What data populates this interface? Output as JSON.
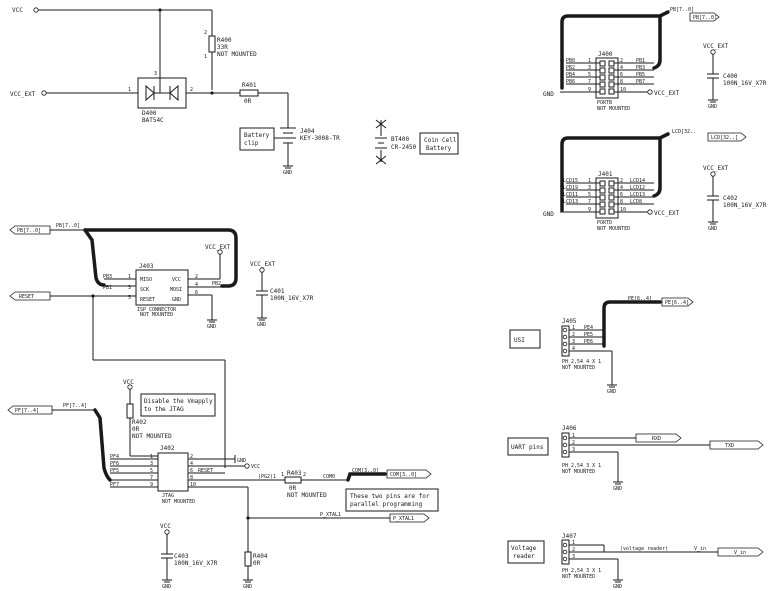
{
  "power": {
    "vcc": "VCC",
    "vcc_ext": "VCC_EXT",
    "gnd": "GND"
  },
  "top_left": {
    "r400": {
      "ref": "R400",
      "value": "33R",
      "note": "NOT MOUNTED"
    },
    "d400": {
      "ref": "D400",
      "value": "BAT54C",
      "pin1": "1",
      "pin2": "2",
      "pin3": "3"
    },
    "r401": {
      "ref": "R401",
      "value": "0R"
    },
    "j404": {
      "ref": "J404",
      "value": "KEY-3008-TR"
    },
    "battery_clip": "Battery clip",
    "bt400": {
      "ref": "BT400",
      "value": "CR-2450"
    },
    "coin_cell": "Coin Cell Battery"
  },
  "isp": {
    "bus_label": "PB[7..0]",
    "bus_name": "PB[7..0]",
    "reset": "RESET",
    "j403": {
      "ref": "J403",
      "title": "ISP CONNECTOR",
      "note": "NOT MOUNTED"
    },
    "left_pins": [
      "MISO",
      "SCK",
      "RESET"
    ],
    "right_pins": [
      "VCC",
      "MOSI",
      "GND"
    ],
    "nets": [
      "PB3",
      "PB1",
      "PB2"
    ],
    "pin_nums": [
      "1",
      "3",
      "5",
      "2",
      "4",
      "6"
    ],
    "c401": {
      "ref": "C401",
      "value": "100N_16V_X7R"
    }
  },
  "jtag": {
    "bus_label": "PF[7..4]",
    "bus_name": "PF[7..4]",
    "note": "Disable the Vmapply to the JTAG",
    "r402": {
      "ref": "R402",
      "value": "0R",
      "note": "NOT MOUNTED"
    },
    "j402": {
      "ref": "J402",
      "title": "JTAG",
      "note": "NOT MOUNTED"
    },
    "nets": [
      "PF4",
      "PF6",
      "PF5",
      "PF7"
    ],
    "reset": "RESET",
    "pg2": "(PG2)1",
    "r403": {
      "ref": "R403",
      "value": "0R",
      "note": "NOT MOUNTED"
    },
    "com": "COM0",
    "com_bus": "COM[3..0]",
    "com_bus_label": "COM[3..0]",
    "parallel_note": "These two pins are for parallel programming",
    "p_xtal": "P_XTAL1",
    "p_xtal_port": "P_XTAL1",
    "c403": {
      "ref": "C403",
      "value": "100N_16V_X7R"
    },
    "r404": {
      "ref": "R404",
      "value": "0R"
    }
  },
  "right_top": {
    "j400": {
      "ref": "J400",
      "title": "PORTB",
      "note": "NOT MOUNTED"
    },
    "j400_bus": "PB[7..0]",
    "j400_port": "PB[7..0]",
    "j400_left": [
      "PB0",
      "PB2",
      "PB4",
      "PB6"
    ],
    "j400_right": [
      "PB1",
      "PB3",
      "PB5",
      "PB7"
    ],
    "c400": {
      "ref": "C400",
      "value": "100N_16V_X7R"
    },
    "j401": {
      "ref": "J401",
      "title": "PORTD",
      "note": "NOT MOUNTED"
    },
    "j401_bus": "LCD[32..",
    "j401_port": "LCD[32..]",
    "j401_left": [
      "LCD15",
      "LCD19",
      "LCD11",
      "LCD13"
    ],
    "j401_right": [
      "LCD14",
      "LCD12",
      "LCD13",
      "LCD8"
    ],
    "c402": {
      "ref": "C402",
      "value": "100N_16V_X7R"
    }
  },
  "right_bottom": {
    "usi": "USI",
    "j405": {
      "ref": "J405",
      "value": "PH_2,54_4 X 1",
      "note": "NOT MOUNTED"
    },
    "j405_bus": "PE[6..4]",
    "j405_port": "PE[6..4]",
    "j405_nets": [
      "PE4",
      "PE5",
      "PE6"
    ],
    "uart": "UART pins",
    "j406": {
      "ref": "J406",
      "value": "PH_2,54_3 X 1",
      "note": "NOT MOUNTED"
    },
    "rxd": "RXD",
    "txd": "TXD",
    "voltage": "Voltage reader",
    "j407": {
      "ref": "J407",
      "value": "PH_2,54_3 X 1",
      "note": "NOT MOUNTED"
    },
    "vr_label": "(voltage reader)",
    "v_in_label": "V_in",
    "v_in_port": "V_in"
  }
}
